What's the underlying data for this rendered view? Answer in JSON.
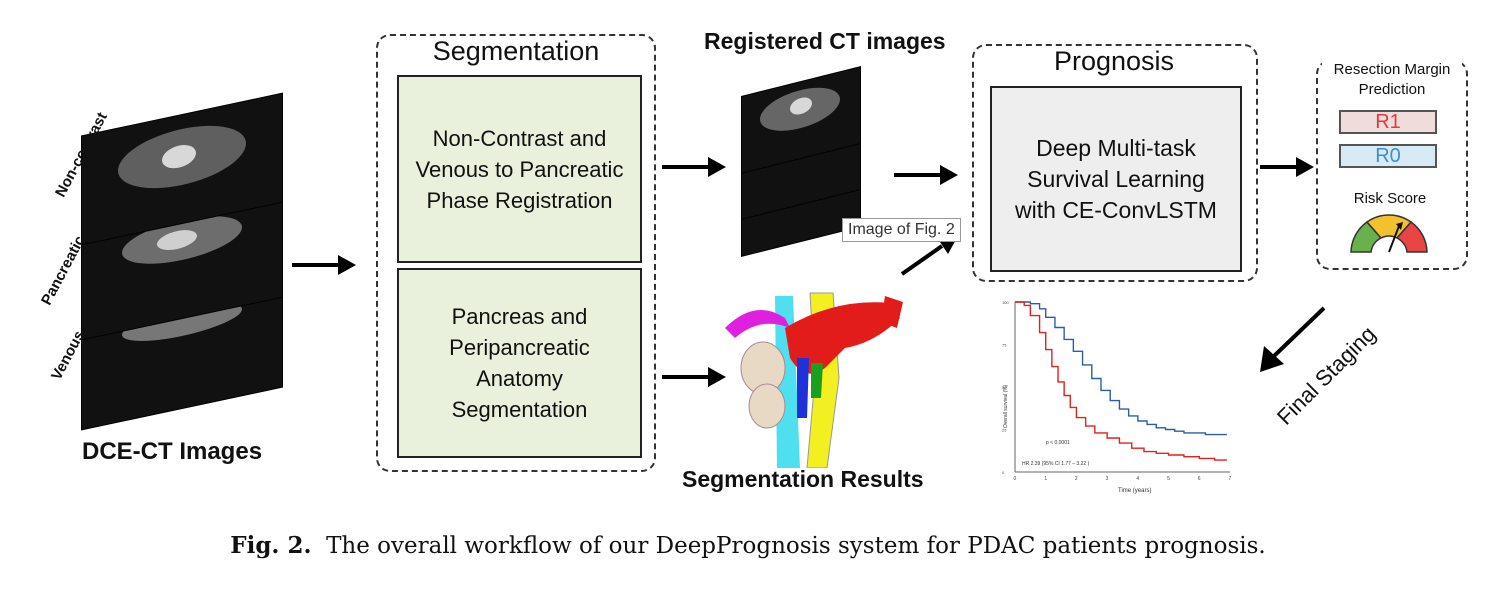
{
  "input": {
    "slices": [
      "Non-contrast",
      "Pancreatic",
      "Venous"
    ],
    "caption": "DCE-CT Images"
  },
  "segmentation": {
    "title": "Segmentation",
    "step1": "Non-Contrast and Venous to Pancreatic Phase Registration",
    "step2": "Pancreas and Peripancreatic Anatomy Segmentation"
  },
  "registered": {
    "title": "Registered CT images"
  },
  "seg_results": {
    "title": "Segmentation Results"
  },
  "prognosis": {
    "title": "Prognosis",
    "model": "Deep Multi-task Survival Learning with CE-ConvLSTM"
  },
  "tooltip": "Image of Fig. 2",
  "resection": {
    "title": "Resection Margin Prediction",
    "r1": "R1",
    "r0": "R0",
    "risk_label": "Risk Score",
    "r1_color": "#e8373e",
    "r0_color": "#3a8fd6"
  },
  "final_staging": "Final Staging",
  "km_plot": {
    "ylabel": "Overall survival (%)",
    "xlabel": "Time (years)",
    "p_value": "p < 0.0001",
    "hr": "HR 2.39 (95% CI 1.77 – 3.22 )",
    "yticks": [
      "100",
      "75",
      "50",
      "25",
      "0"
    ],
    "xticks": [
      "0",
      "1",
      "2",
      "3",
      "4",
      "5",
      "6",
      "7"
    ]
  },
  "chart_data": {
    "type": "line",
    "xlabel": "Time (years)",
    "ylabel": "Overall survival (%)",
    "xlim": [
      0,
      7
    ],
    "ylim": [
      0,
      100
    ],
    "series": [
      {
        "color": "#2a5fa8",
        "x": [
          0,
          0.5,
          0.8,
          1.0,
          1.3,
          1.6,
          1.9,
          2.2,
          2.5,
          2.8,
          3.1,
          3.4,
          3.7,
          4.0,
          4.3,
          4.6,
          4.9,
          5.2,
          5.5,
          5.8,
          6.2,
          6.6,
          6.9
        ],
        "y": [
          100,
          99,
          96,
          91,
          85,
          78,
          71,
          63,
          55,
          48,
          42,
          37,
          33,
          30,
          28,
          26,
          25,
          24,
          23,
          23,
          22,
          22,
          22
        ]
      },
      {
        "color": "#e0221b",
        "x": [
          0,
          0.3,
          0.5,
          0.8,
          1.0,
          1.2,
          1.4,
          1.6,
          1.8,
          2.0,
          2.3,
          2.6,
          3.0,
          3.4,
          3.8,
          4.2,
          4.6,
          5.0,
          5.5,
          6.0,
          6.5,
          6.9
        ],
        "y": [
          100,
          98,
          92,
          82,
          72,
          62,
          53,
          45,
          38,
          32,
          27,
          23,
          20,
          17,
          14,
          12,
          11,
          10,
          9,
          8,
          7,
          7
        ]
      }
    ]
  },
  "figure_caption": {
    "label": "Fig. 2.",
    "text": "The overall workflow of our DeepPrognosis system for PDAC patients prognosis."
  }
}
